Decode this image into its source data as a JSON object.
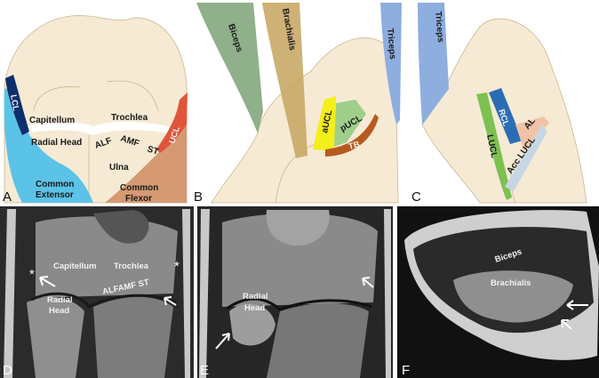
{
  "panels": {
    "A": {
      "letter": "A",
      "labels": {
        "lcl": "LCL",
        "ucl": "UCL",
        "capitellum": "Capitellum",
        "trochlea": "Trochlea",
        "radial_head": "Radial Head",
        "alf": "ALF",
        "amf": "AMF",
        "st": "ST",
        "ulna": "Ulna",
        "common_extensor": [
          "Common",
          "Extensor"
        ],
        "common_flexor": [
          "Common",
          "Flexor"
        ]
      }
    },
    "B": {
      "letter": "B",
      "labels": {
        "biceps": "Biceps",
        "brachialis": "Brachialis",
        "triceps": "Triceps",
        "aucl": "aUCL",
        "pucl": "pUCL",
        "tb": "TB"
      }
    },
    "C": {
      "letter": "C",
      "labels": {
        "triceps": "Triceps",
        "rcl": "RCL",
        "lucl": "LUCL",
        "al": "AL",
        "acc_lucl": "Acc LUCL"
      }
    },
    "D": {
      "letter": "D",
      "labels": {
        "capitellum": "Capitellum",
        "trochlea": "Trochlea",
        "radial_head": [
          "Radial",
          "Head"
        ],
        "alf_amf_st": "ALFAMF ST",
        "asterisk": "*"
      }
    },
    "E": {
      "letter": "E",
      "labels": {
        "radial_head": [
          "Radial",
          "Head"
        ]
      }
    },
    "F": {
      "letter": "F",
      "labels": {
        "biceps": "Biceps",
        "brachialis": "Brachialis"
      }
    }
  },
  "colors": {
    "bone": "#f6ead4",
    "lcl": "#0f2f6b",
    "common_extensor": "#5bc3e8",
    "ucl": "#e0553a",
    "common_flexor": "#d59a72",
    "biceps": "#8fb08a",
    "brachialis": "#c9a866",
    "triceps": "#8eaee0",
    "aucl": "#f2ef1a",
    "pucl": "#9fcf8a",
    "tb": "#b85a1e",
    "rcl": "#2b6db5",
    "lucl": "#7cc151",
    "al": "#f1c3a6",
    "acc_lucl": "#c7d6e4"
  }
}
